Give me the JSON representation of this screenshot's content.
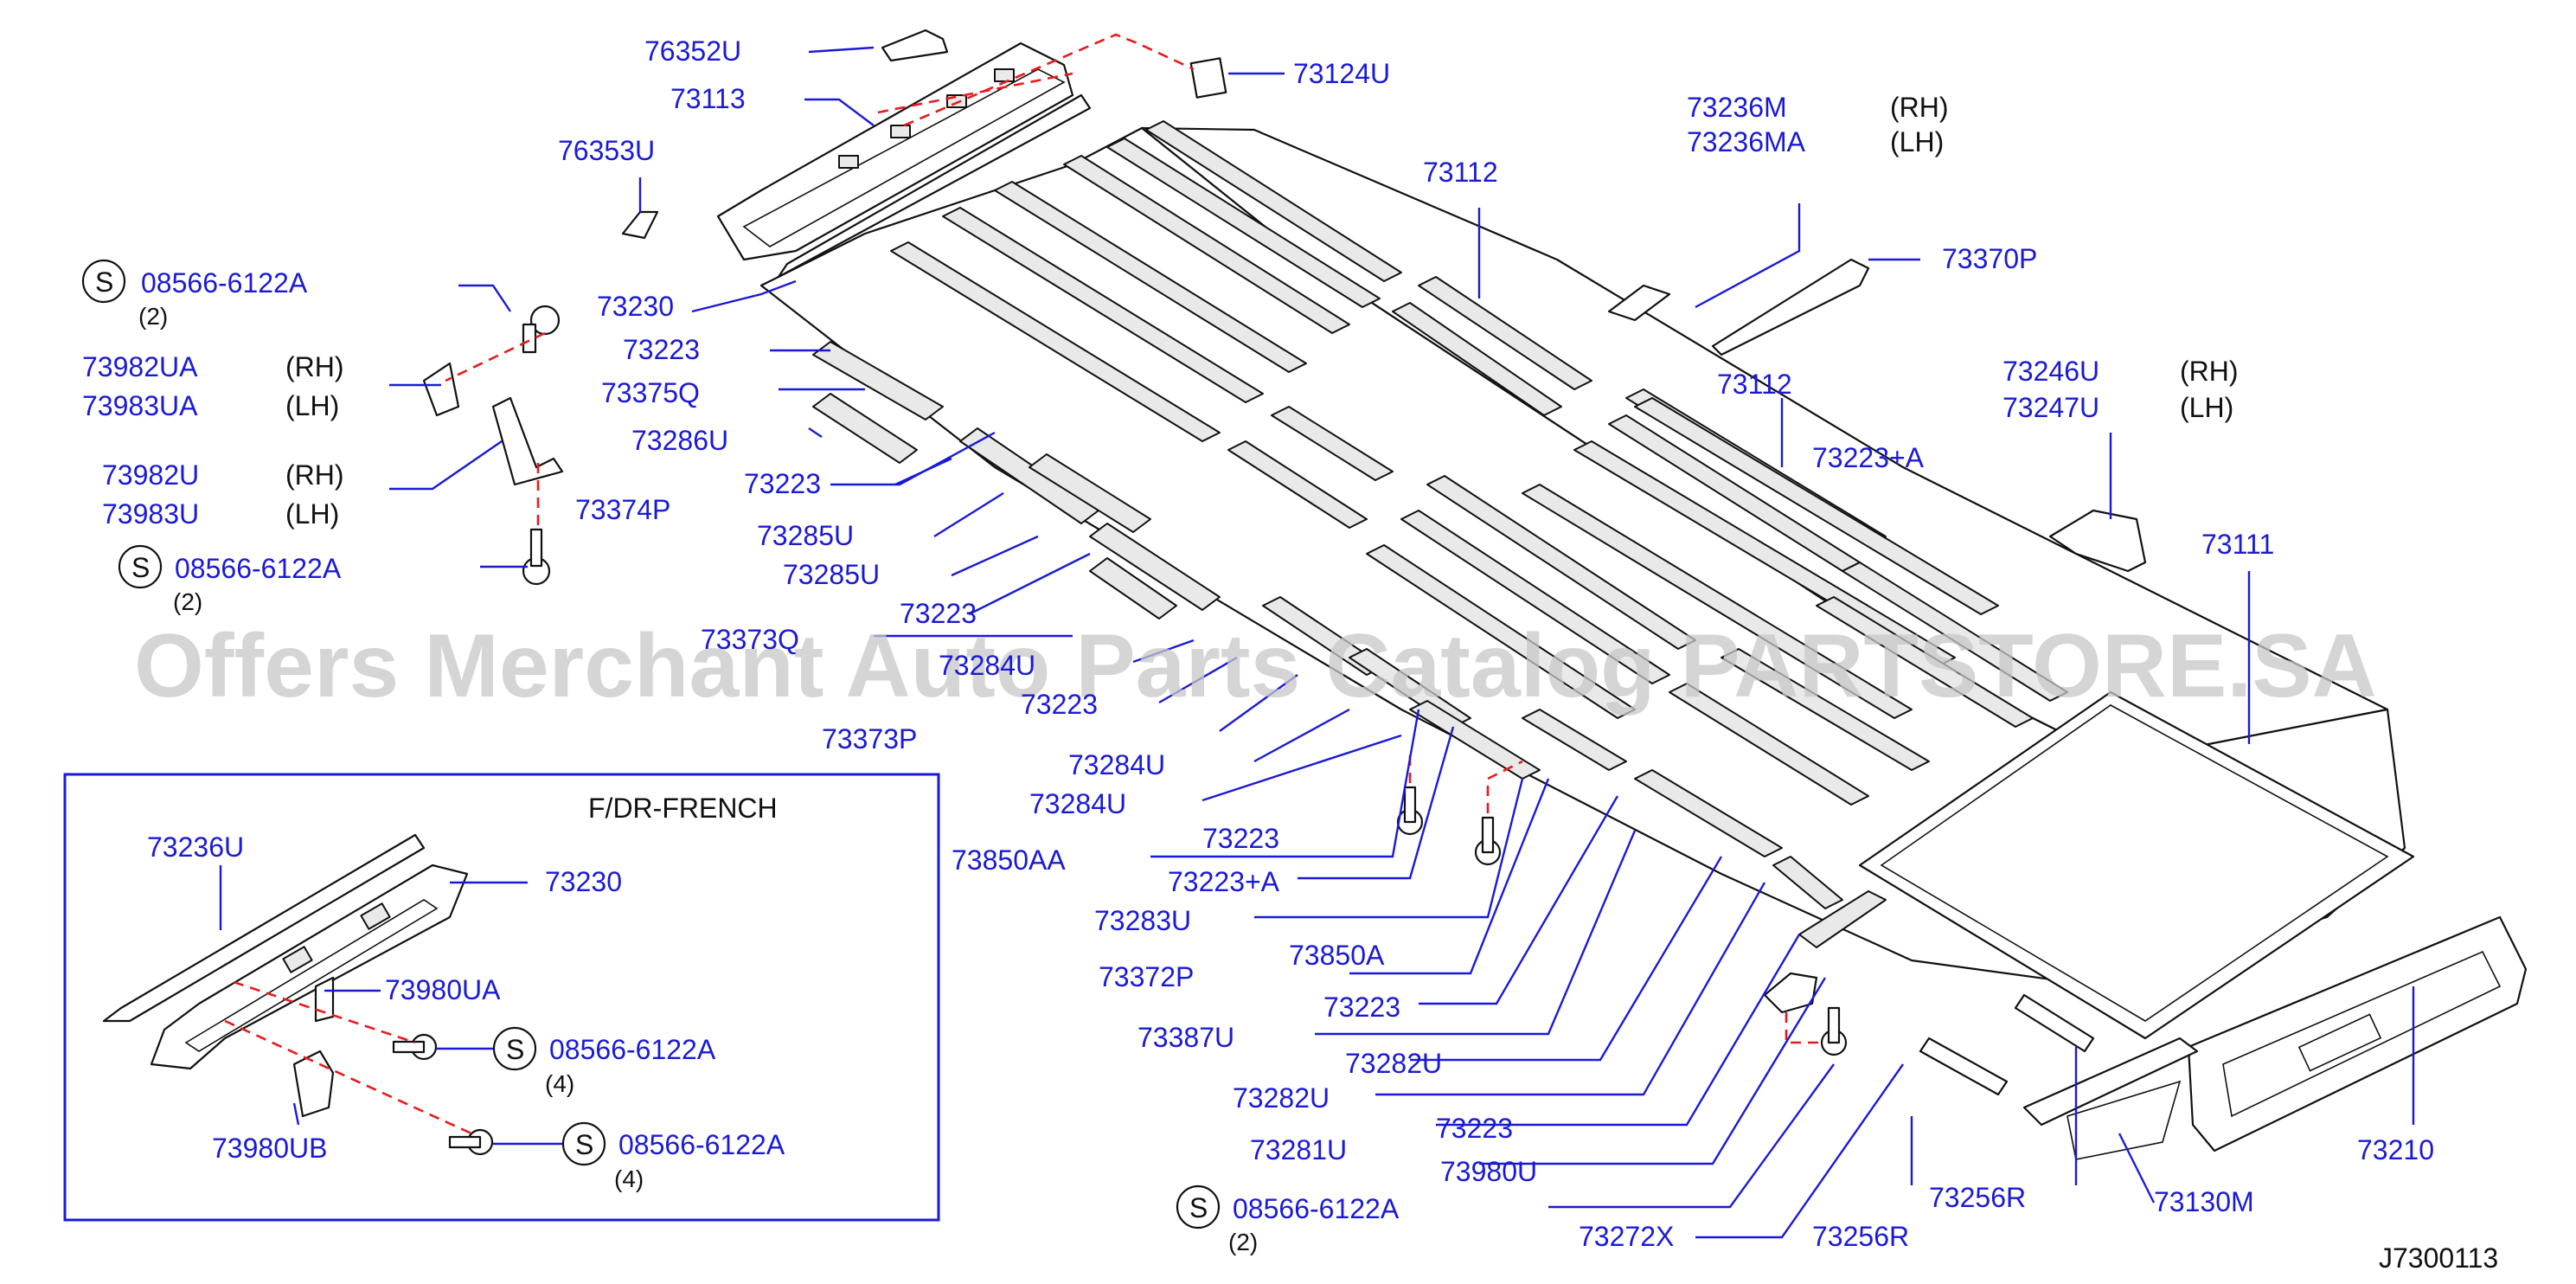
{
  "watermark": "Offers Merchant Auto Parts Catalog PARTSTORE.SA",
  "diagram_code": "J7300113",
  "inset": {
    "title": "F/DR-FRENCH"
  },
  "labels": {
    "p76352U": "76352U",
    "p73113": "73113",
    "p73124U": "73124U",
    "p76353U": "76353U",
    "p73236M": "73236M",
    "p73236MA": "73236MA",
    "p73112a": "73112",
    "p73112b": "73112",
    "p73370P": "73370P",
    "p73230": "73230",
    "p73223a": "73223",
    "p73375Q": "73375Q",
    "p73286U": "73286U",
    "p73223b": "73223",
    "p73285Ua": "73285U",
    "p73285Ub": "73285U",
    "p73223c": "73223",
    "p73373Q": "73373Q",
    "p73284Ua": "73284U",
    "p73223d": "73223",
    "p73373P": "73373P",
    "p73284Ub": "73284U",
    "p73284Uc": "73284U",
    "p73223e": "73223",
    "p73850AA": "73850AA",
    "p73223A1": "73223+A",
    "p73283U": "73283U",
    "p73372P": "73372P",
    "p73850A": "73850A",
    "p73223f": "73223",
    "p73387U": "73387U",
    "p73282Ua": "73282U",
    "p73282Ub": "73282U",
    "p73223g": "73223",
    "p73281U": "73281U",
    "p73980U": "73980U",
    "p73272X": "73272X",
    "p73256Ra": "73256R",
    "p73256Rb": "73256R",
    "p73130M": "73130M",
    "p73210": "73210",
    "p73111": "73111",
    "p73246U": "73246U",
    "p73247U": "73247U",
    "p73223A2": "73223+A",
    "p73982UA": "73982UA",
    "p73983UA": "73983UA",
    "p73982U": "73982U",
    "p73983U": "73983U",
    "p73374P": "73374P",
    "bolt1": "08566-6122A",
    "bolt2": "08566-6122A",
    "bolt3": "08566-6122A",
    "inset_p73236U": "73236U",
    "inset_p73230": "73230",
    "inset_p73980UA": "73980UA",
    "inset_p73980UB": "73980UB",
    "inset_bolt1": "08566-6122A",
    "inset_bolt2": "08566-6122A"
  },
  "side_labels": {
    "rh1": "(RH)",
    "lh1": "(LH)",
    "rh2": "(RH)",
    "lh2": "(LH)",
    "rh3": "(RH)",
    "lh3": "(LH)",
    "rh4": "(RH)",
    "lh4": "(LH)"
  },
  "quantities": {
    "q1": "(2)",
    "q2": "(2)",
    "q3": "(2)",
    "q4": "(4)",
    "q5": "(4)"
  },
  "symbol": "S",
  "colors": {
    "label": "#1a1ad6",
    "dashed_link": "#e81a1a",
    "line": "#111111"
  }
}
